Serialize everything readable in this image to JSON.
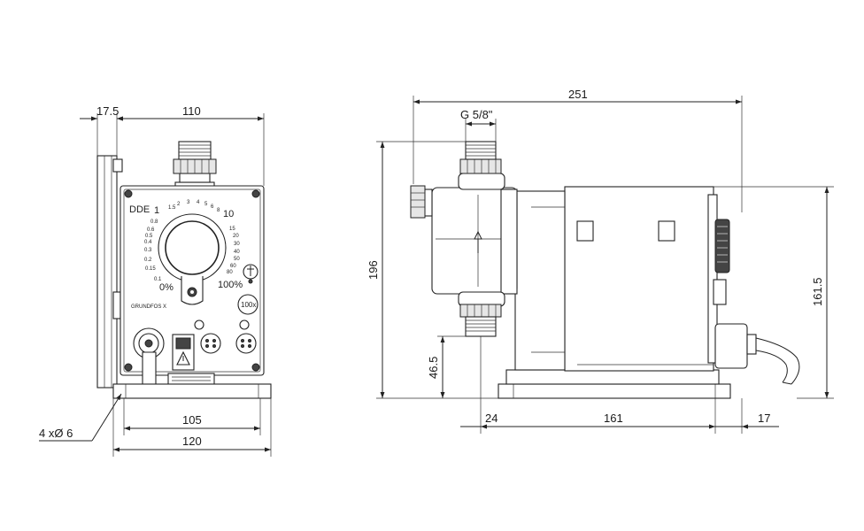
{
  "front_view": {
    "dim_flange_offset": "17.5",
    "dim_width": "110",
    "dim_hole_spacing": "105",
    "dim_base_width": "120",
    "dim_holes": "4 xØ 6"
  },
  "side_view": {
    "dim_total_length": "251",
    "dim_thread": "G 5/8\"",
    "dim_total_height": "196",
    "dim_body_height": "161.5",
    "dim_outlet_height": "46.5",
    "dim_left_offset": "24",
    "dim_base_length": "161",
    "dim_right_offset": "17"
  },
  "panel": {
    "model_label": "DDE",
    "scale_min": "1",
    "scale_max": "10",
    "pct_min": "0%",
    "pct_max": "100%",
    "button_label": "100x",
    "brand": "GRUNDFOS",
    "brand_sub": "X",
    "left_scale": [
      "0.8",
      "0.6",
      "0.5",
      "0.4",
      "0.3",
      "0.2",
      "0.15",
      "0.1"
    ],
    "top_scale": [
      "1.5",
      "2",
      "3",
      "4",
      "5",
      "6",
      "8"
    ],
    "right_scale": [
      "15",
      "20",
      "30",
      "40",
      "50",
      "60",
      "80"
    ]
  }
}
